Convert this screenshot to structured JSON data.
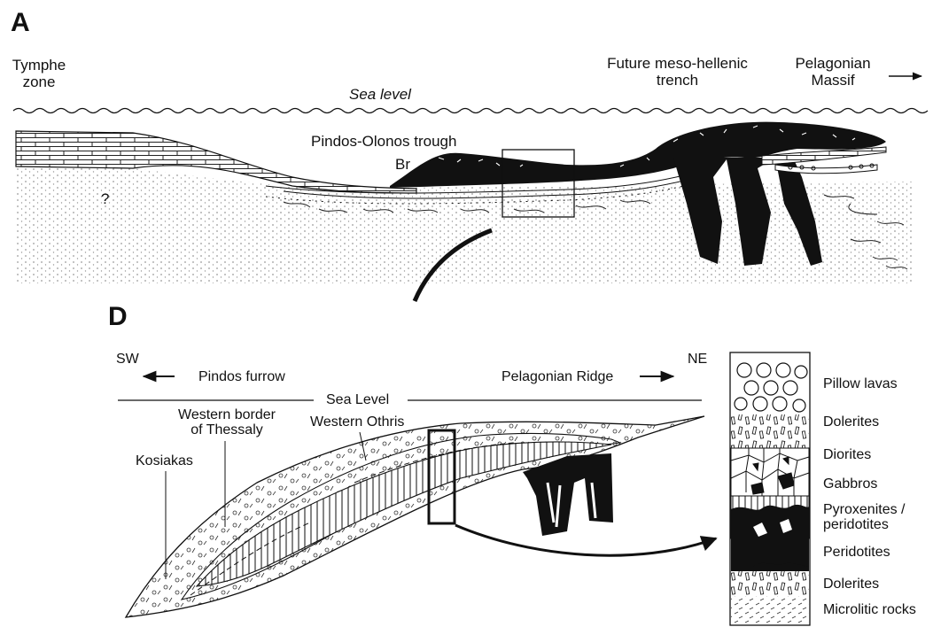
{
  "panel_a": {
    "letter": "A",
    "tymphe": [
      "Tymphe",
      "zone"
    ],
    "sea_level": "Sea level",
    "future_trench": [
      "Future meso-hellenic",
      "trench"
    ],
    "pelagonian_massif": [
      "Pelagonian",
      "Massif"
    ],
    "trough": "Pindos-Olonos trough",
    "br": "Br",
    "question": "?"
  },
  "panel_d": {
    "letter": "D",
    "sw": "SW",
    "ne": "NE",
    "pindos_furrow": "Pindos furrow",
    "pelagonian_ridge": "Pelagonian Ridge",
    "sea_level": "Sea Level",
    "western_border": [
      "Western border",
      "of Thessaly"
    ],
    "western_othris": "Western Othris",
    "kosiakas": "Kosiakas"
  },
  "column": {
    "layers": [
      "Pillow lavas",
      "Dolerites",
      "Diorites",
      "Gabbros",
      "Pyroxenites /",
      "peridotites",
      "Peridotites",
      "Dolerites",
      "Microlitic rocks"
    ]
  }
}
